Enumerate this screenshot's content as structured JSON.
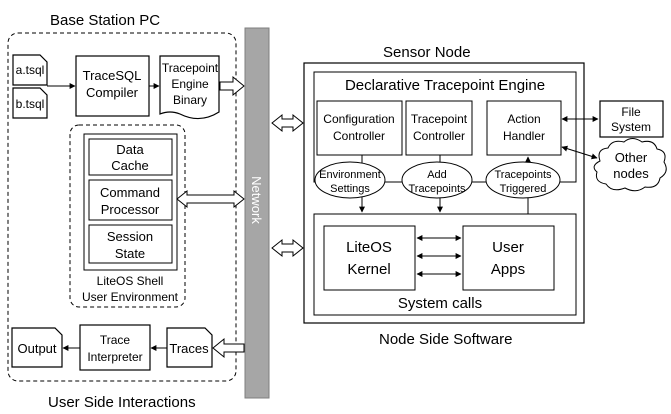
{
  "titles": {
    "base_station": "Base Station PC",
    "user_side": "User Side Interactions",
    "sensor_node": "Sensor Node",
    "node_side": "Node Side Software",
    "network": "Network"
  },
  "files": {
    "a": "a.tsql",
    "b": "b.tsql"
  },
  "compiler": {
    "line1": "TraceSQL",
    "line2": "Compiler"
  },
  "binary": {
    "line1": "Tracepoint",
    "line2": "Engine",
    "line3": "Binary"
  },
  "shell": {
    "data_cache_1": "Data",
    "data_cache_2": "Cache",
    "command_1": "Command",
    "command_2": "Processor",
    "session_1": "Session",
    "session_2": "State",
    "label_1": "LiteOS Shell",
    "label_2": "User Environment"
  },
  "output": {
    "output": "Output",
    "interpreter_1": "Trace",
    "interpreter_2": "Interpreter",
    "traces": "Traces"
  },
  "engine": {
    "title": "Declarative Tracepoint Engine",
    "config_1": "Configuration",
    "config_2": "Controller",
    "tracepoint_1": "Tracepoint",
    "tracepoint_2": "Controller",
    "action_1": "Action",
    "action_2": "Handler"
  },
  "ovals": {
    "env_1": "Environment",
    "env_2": "Settings",
    "add_1": "Add",
    "add_2": "Tracepoints",
    "trig_1": "Tracepoints",
    "trig_2": "Triggered"
  },
  "system": {
    "kernel_1": "LiteOS",
    "kernel_2": "Kernel",
    "apps_1": "User",
    "apps_2": "Apps",
    "calls": "System calls"
  },
  "external": {
    "fs_1": "File",
    "fs_2": "System",
    "other_1": "Other",
    "other_2": "nodes"
  }
}
